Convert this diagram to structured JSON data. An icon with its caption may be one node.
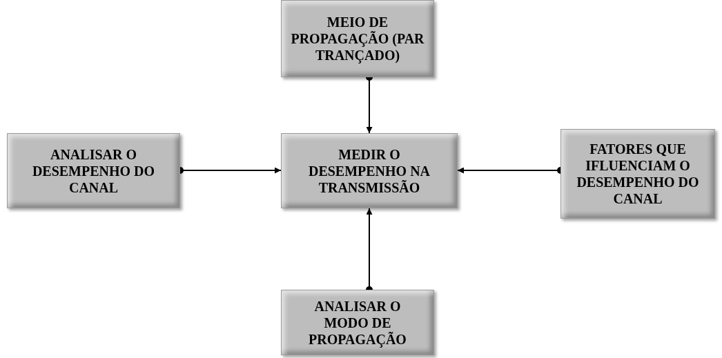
{
  "diagram": {
    "nodes": [
      {
        "text": [
          "MEIO DE PROPAGAÇÃO (PAR TRANÇADO)"
        ]
      },
      {
        "text": [
          "ANALISAR O DESEMPENHO DO CANAL"
        ]
      },
      {
        "text": [
          "MEDIR O DESEMPENHO NA TRANSMISSÃO"
        ]
      },
      {
        "text": [
          "FATORES QUE IFLUENCIAM O DESEMPENHO DO CANAL"
        ]
      },
      {
        "text": [
          "ANALISAR O MODO DE PROPAGAÇÃO"
        ]
      }
    ],
    "edges": [
      {
        "from": 0,
        "to": 2,
        "arrow": "to"
      },
      {
        "from": 1,
        "to": 2,
        "arrow": "to"
      },
      {
        "from": 3,
        "to": 2,
        "arrow": "to"
      },
      {
        "from": 4,
        "to": 2,
        "arrow": "to"
      }
    ]
  }
}
